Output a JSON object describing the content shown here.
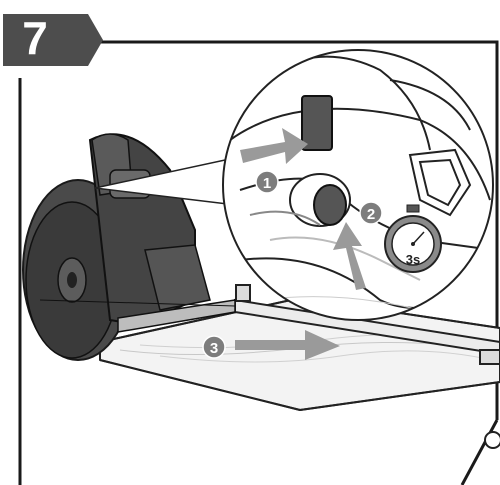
{
  "step": {
    "number": "7"
  },
  "callouts": [
    {
      "label": "1"
    },
    {
      "label": "2"
    },
    {
      "label": "3"
    }
  ],
  "timer": {
    "label": "3s"
  },
  "colors": {
    "badge": "#4d4d4d",
    "arrow": "#9a9a9a",
    "callout_fill": "#7d7d7d",
    "line": "#222222",
    "wood": "#f1f1f1",
    "saw_dark": "#3a3a3a"
  },
  "icons": [
    "stopwatch-icon",
    "push-arrow-icon",
    "lift-arrow-icon",
    "slide-arrow-icon"
  ]
}
